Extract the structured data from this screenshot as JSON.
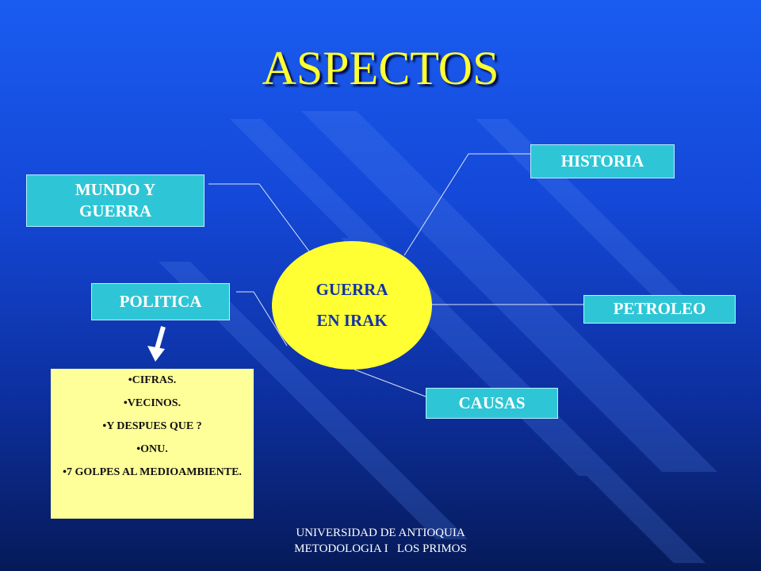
{
  "slide": {
    "title": "ASPECTOS",
    "colors": {
      "title": "#ffff33",
      "box": "#2ec6d6",
      "center": "#ffff33",
      "notes": "#ffff99"
    }
  },
  "center_node": {
    "line1": "GUERRA",
    "line2": "EN IRAK"
  },
  "nodes": {
    "historia": "HISTORIA",
    "mundo_guerra_line1": "MUNDO Y",
    "mundo_guerra_line2": "GUERRA",
    "politica": "POLITICA",
    "petroleo": "PETROLEO",
    "causas": "CAUSAS"
  },
  "politica_notes": [
    "•CIFRAS.",
    "•VECINOS.",
    "•Y DESPUES QUE ?",
    "•ONU.",
    "•7 GOLPES AL MEDIOAMBIENTE."
  ],
  "footer": {
    "line1": "UNIVERSIDAD DE ANTIOQUIA",
    "line2": "METODOLOGIA I   LOS PRIMOS"
  }
}
